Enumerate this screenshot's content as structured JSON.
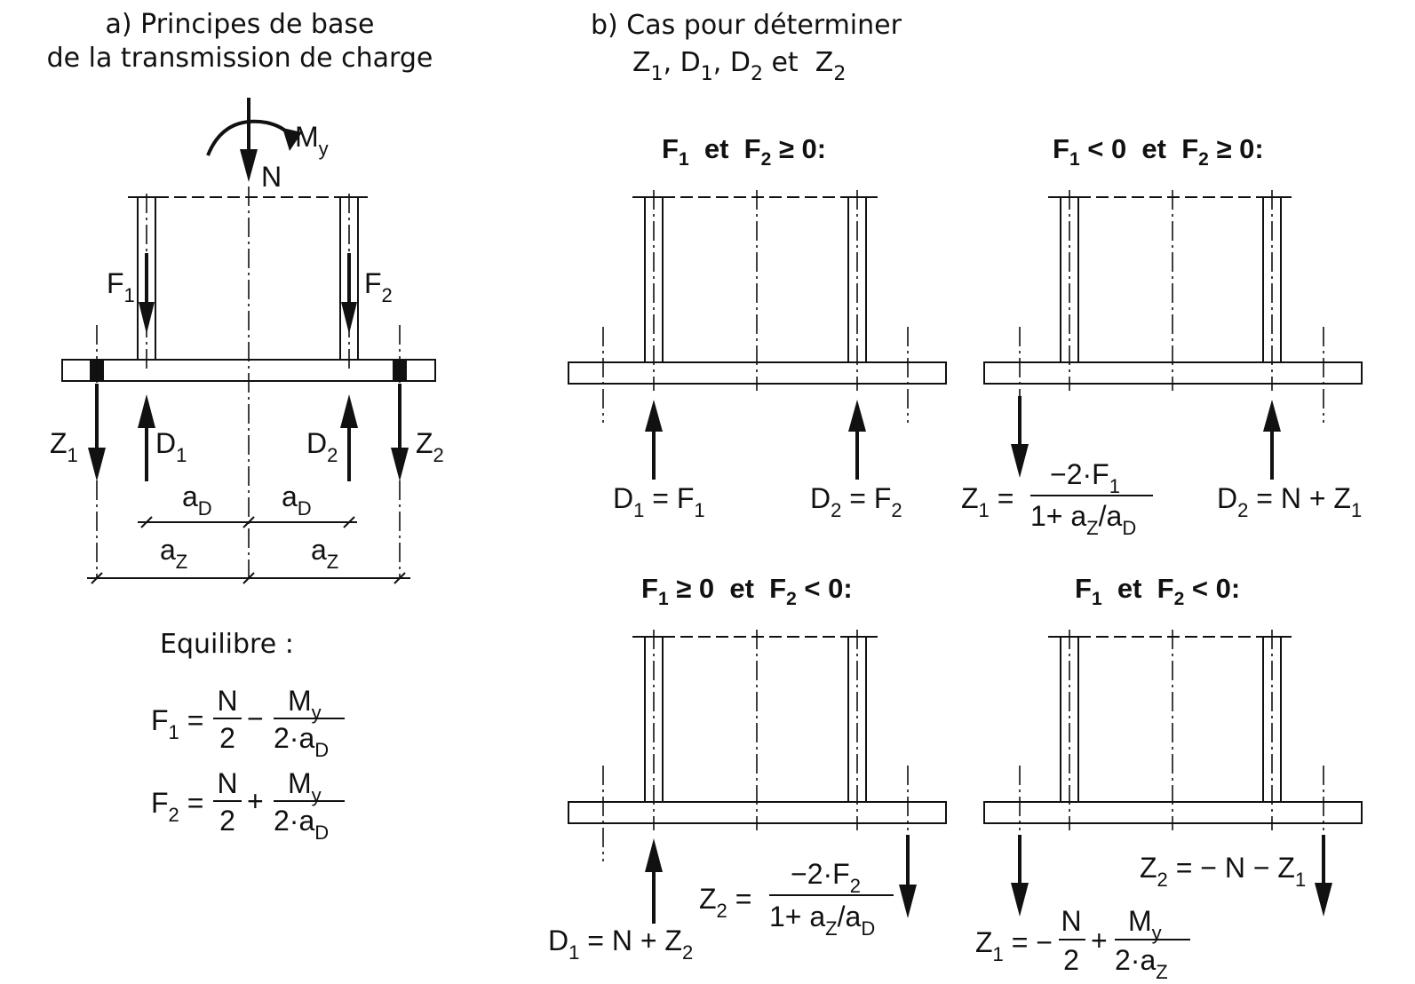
{
  "panel_a": {
    "title_line1": "a) Principes de base",
    "title_line2": "de la transmission de charge",
    "load_N": "N",
    "moment_M": "M",
    "moment_sub": "y",
    "F": "F",
    "D": "D",
    "Z": "Z",
    "a": "a",
    "sub_1": "1",
    "sub_2": "2",
    "sub_D": "D",
    "sub_Z": "Z",
    "equilibrium_label": "Equilibre :",
    "eq_N": "N",
    "eq_2": "2",
    "eq_den": "2·a",
    "eq_minus": "−",
    "eq_plus": "+",
    "eq_equals": "="
  },
  "panel_b": {
    "title_line1": "b) Cas pour déterminer",
    "title_line2_parts": [
      "Z",
      "1",
      ", D",
      "1",
      ", D",
      "2",
      " et  Z",
      "2"
    ],
    "case1": {
      "header": [
        "F",
        "1",
        "  et  F",
        "2",
        " ≥ 0:"
      ],
      "D1": [
        "D",
        "1",
        " = F",
        "1"
      ],
      "D2": [
        "D",
        "2",
        " = F",
        "2"
      ]
    },
    "case2": {
      "header": [
        "F",
        "1",
        " < 0  et  F",
        "2",
        " ≥ 0:"
      ],
      "Z1_lhs": [
        "Z",
        "1",
        " ="
      ],
      "Z1_num": [
        "−2·F",
        "1"
      ],
      "Z1_den": [
        "1+ a",
        "Z",
        "/a",
        "D"
      ],
      "D2": [
        "D",
        "2",
        " = N + Z",
        "1"
      ]
    },
    "case3": {
      "header": [
        "F",
        "1",
        " ≥ 0  et  F",
        "2",
        " < 0:"
      ],
      "D1": [
        "D",
        "1",
        " = N + Z",
        "2"
      ],
      "Z2_lhs": [
        "Z",
        "2",
        " ="
      ],
      "Z2_num": [
        "−2·F",
        "2"
      ],
      "Z2_den": [
        "1+ a",
        "Z",
        "/a",
        "D"
      ]
    },
    "case4": {
      "header": [
        "F",
        "1",
        "  et  F",
        "2",
        " < 0:"
      ],
      "Z2": [
        "Z",
        "2",
        " = − N − Z",
        "1"
      ],
      "Z1_lhs": [
        "Z",
        "1",
        " = −"
      ],
      "Z1_frac1_num": "N",
      "Z1_frac1_den": "2",
      "Z1_plus": "+",
      "Z1_frac2_num": [
        "M",
        "y"
      ],
      "Z1_frac2_den": [
        "2·a",
        "Z"
      ]
    }
  }
}
